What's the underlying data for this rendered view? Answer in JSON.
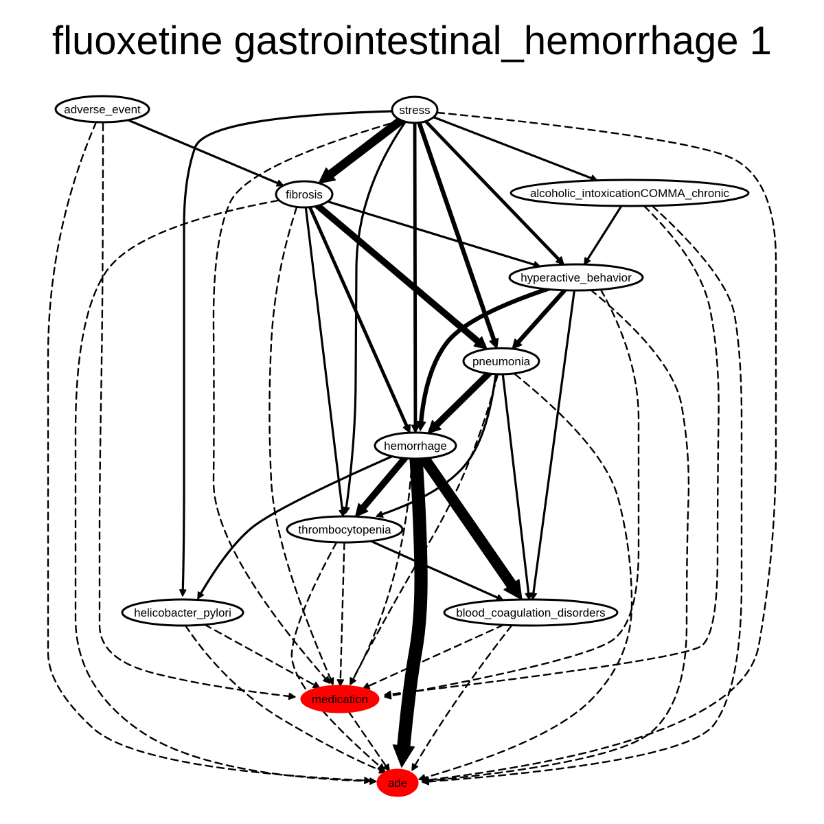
{
  "title": "fluoxetine gastrointestinal_hemorrhage 1",
  "colors": {
    "target_node": "#ff0000",
    "node": "#ffffff",
    "edge": "#000000"
  },
  "nodes": [
    {
      "id": "adverse_event",
      "label": "adverse_event",
      "highlight": false
    },
    {
      "id": "stress",
      "label": "stress",
      "highlight": false
    },
    {
      "id": "fibrosis",
      "label": "fibrosis",
      "highlight": false
    },
    {
      "id": "alcoholic",
      "label": "alcoholic_intoxicationCOMMA_chronic",
      "highlight": false
    },
    {
      "id": "hyperactive",
      "label": "hyperactive_behavior",
      "highlight": false
    },
    {
      "id": "pneumonia",
      "label": "pneumonia",
      "highlight": false
    },
    {
      "id": "hemorrhage",
      "label": "hemorrhage",
      "highlight": false
    },
    {
      "id": "thrombocytopenia",
      "label": "thrombocytopenia",
      "highlight": false
    },
    {
      "id": "helicobacter",
      "label": "helicobacter_pylori",
      "highlight": false
    },
    {
      "id": "blood_coag",
      "label": "blood_coagulation_disorders",
      "highlight": false
    },
    {
      "id": "medication",
      "label": "medication",
      "highlight": true
    },
    {
      "id": "ade",
      "label": "ade",
      "highlight": true
    }
  ],
  "edges": [
    {
      "from": "adverse_event",
      "to": "fibrosis",
      "style": "solid",
      "weight": 2
    },
    {
      "from": "adverse_event",
      "to": "medication",
      "style": "dashed",
      "weight": 1
    },
    {
      "from": "adverse_event",
      "to": "ade",
      "style": "dashed",
      "weight": 1
    },
    {
      "from": "stress",
      "to": "fibrosis",
      "style": "solid",
      "weight": 8
    },
    {
      "from": "stress",
      "to": "alcoholic",
      "style": "solid",
      "weight": 2
    },
    {
      "from": "stress",
      "to": "hyperactive",
      "style": "solid",
      "weight": 3
    },
    {
      "from": "stress",
      "to": "pneumonia",
      "style": "solid",
      "weight": 4
    },
    {
      "from": "stress",
      "to": "hemorrhage",
      "style": "solid",
      "weight": 3
    },
    {
      "from": "stress",
      "to": "thrombocytopenia",
      "style": "solid",
      "weight": 2
    },
    {
      "from": "stress",
      "to": "helicobacter",
      "style": "solid",
      "weight": 2
    },
    {
      "from": "stress",
      "to": "medication",
      "style": "dashed",
      "weight": 1
    },
    {
      "from": "stress",
      "to": "ade",
      "style": "dashed",
      "weight": 1
    },
    {
      "from": "fibrosis",
      "to": "hyperactive",
      "style": "solid",
      "weight": 2
    },
    {
      "from": "fibrosis",
      "to": "pneumonia",
      "style": "solid",
      "weight": 6
    },
    {
      "from": "fibrosis",
      "to": "hemorrhage",
      "style": "solid",
      "weight": 3
    },
    {
      "from": "fibrosis",
      "to": "thrombocytopenia",
      "style": "solid",
      "weight": 2
    },
    {
      "from": "fibrosis",
      "to": "medication",
      "style": "dashed",
      "weight": 1
    },
    {
      "from": "fibrosis",
      "to": "ade",
      "style": "dashed",
      "weight": 1
    },
    {
      "from": "alcoholic",
      "to": "hyperactive",
      "style": "solid",
      "weight": 2
    },
    {
      "from": "alcoholic",
      "to": "medication",
      "style": "dashed",
      "weight": 1
    },
    {
      "from": "alcoholic",
      "to": "ade",
      "style": "dashed",
      "weight": 1
    },
    {
      "from": "hyperactive",
      "to": "pneumonia",
      "style": "solid",
      "weight": 4
    },
    {
      "from": "hyperactive",
      "to": "hemorrhage",
      "style": "solid",
      "weight": 4
    },
    {
      "from": "hyperactive",
      "to": "blood_coag",
      "style": "solid",
      "weight": 2
    },
    {
      "from": "hyperactive",
      "to": "medication",
      "style": "dashed",
      "weight": 1
    },
    {
      "from": "hyperactive",
      "to": "ade",
      "style": "dashed",
      "weight": 1
    },
    {
      "from": "pneumonia",
      "to": "hemorrhage",
      "style": "solid",
      "weight": 6
    },
    {
      "from": "pneumonia",
      "to": "thrombocytopenia",
      "style": "solid",
      "weight": 2
    },
    {
      "from": "pneumonia",
      "to": "blood_coag",
      "style": "solid",
      "weight": 2
    },
    {
      "from": "pneumonia",
      "to": "medication",
      "style": "dashed",
      "weight": 1
    },
    {
      "from": "pneumonia",
      "to": "ade",
      "style": "dashed",
      "weight": 1
    },
    {
      "from": "hemorrhage",
      "to": "thrombocytopenia",
      "style": "solid",
      "weight": 6
    },
    {
      "from": "hemorrhage",
      "to": "helicobacter",
      "style": "solid",
      "weight": 2
    },
    {
      "from": "hemorrhage",
      "to": "blood_coag",
      "style": "solid",
      "weight": 10
    },
    {
      "from": "hemorrhage",
      "to": "ade",
      "style": "solid",
      "weight": 12
    },
    {
      "from": "hemorrhage",
      "to": "medication",
      "style": "dashed",
      "weight": 1
    },
    {
      "from": "thrombocytopenia",
      "to": "blood_coag",
      "style": "solid",
      "weight": 2
    },
    {
      "from": "thrombocytopenia",
      "to": "medication",
      "style": "dashed",
      "weight": 1
    },
    {
      "from": "thrombocytopenia",
      "to": "ade",
      "style": "dashed",
      "weight": 1
    },
    {
      "from": "helicobacter",
      "to": "medication",
      "style": "dashed",
      "weight": 1
    },
    {
      "from": "helicobacter",
      "to": "ade",
      "style": "dashed",
      "weight": 1
    },
    {
      "from": "blood_coag",
      "to": "medication",
      "style": "dashed",
      "weight": 1
    },
    {
      "from": "blood_coag",
      "to": "ade",
      "style": "dashed",
      "weight": 1
    },
    {
      "from": "medication",
      "to": "ade",
      "style": "dashed",
      "weight": 1
    }
  ]
}
